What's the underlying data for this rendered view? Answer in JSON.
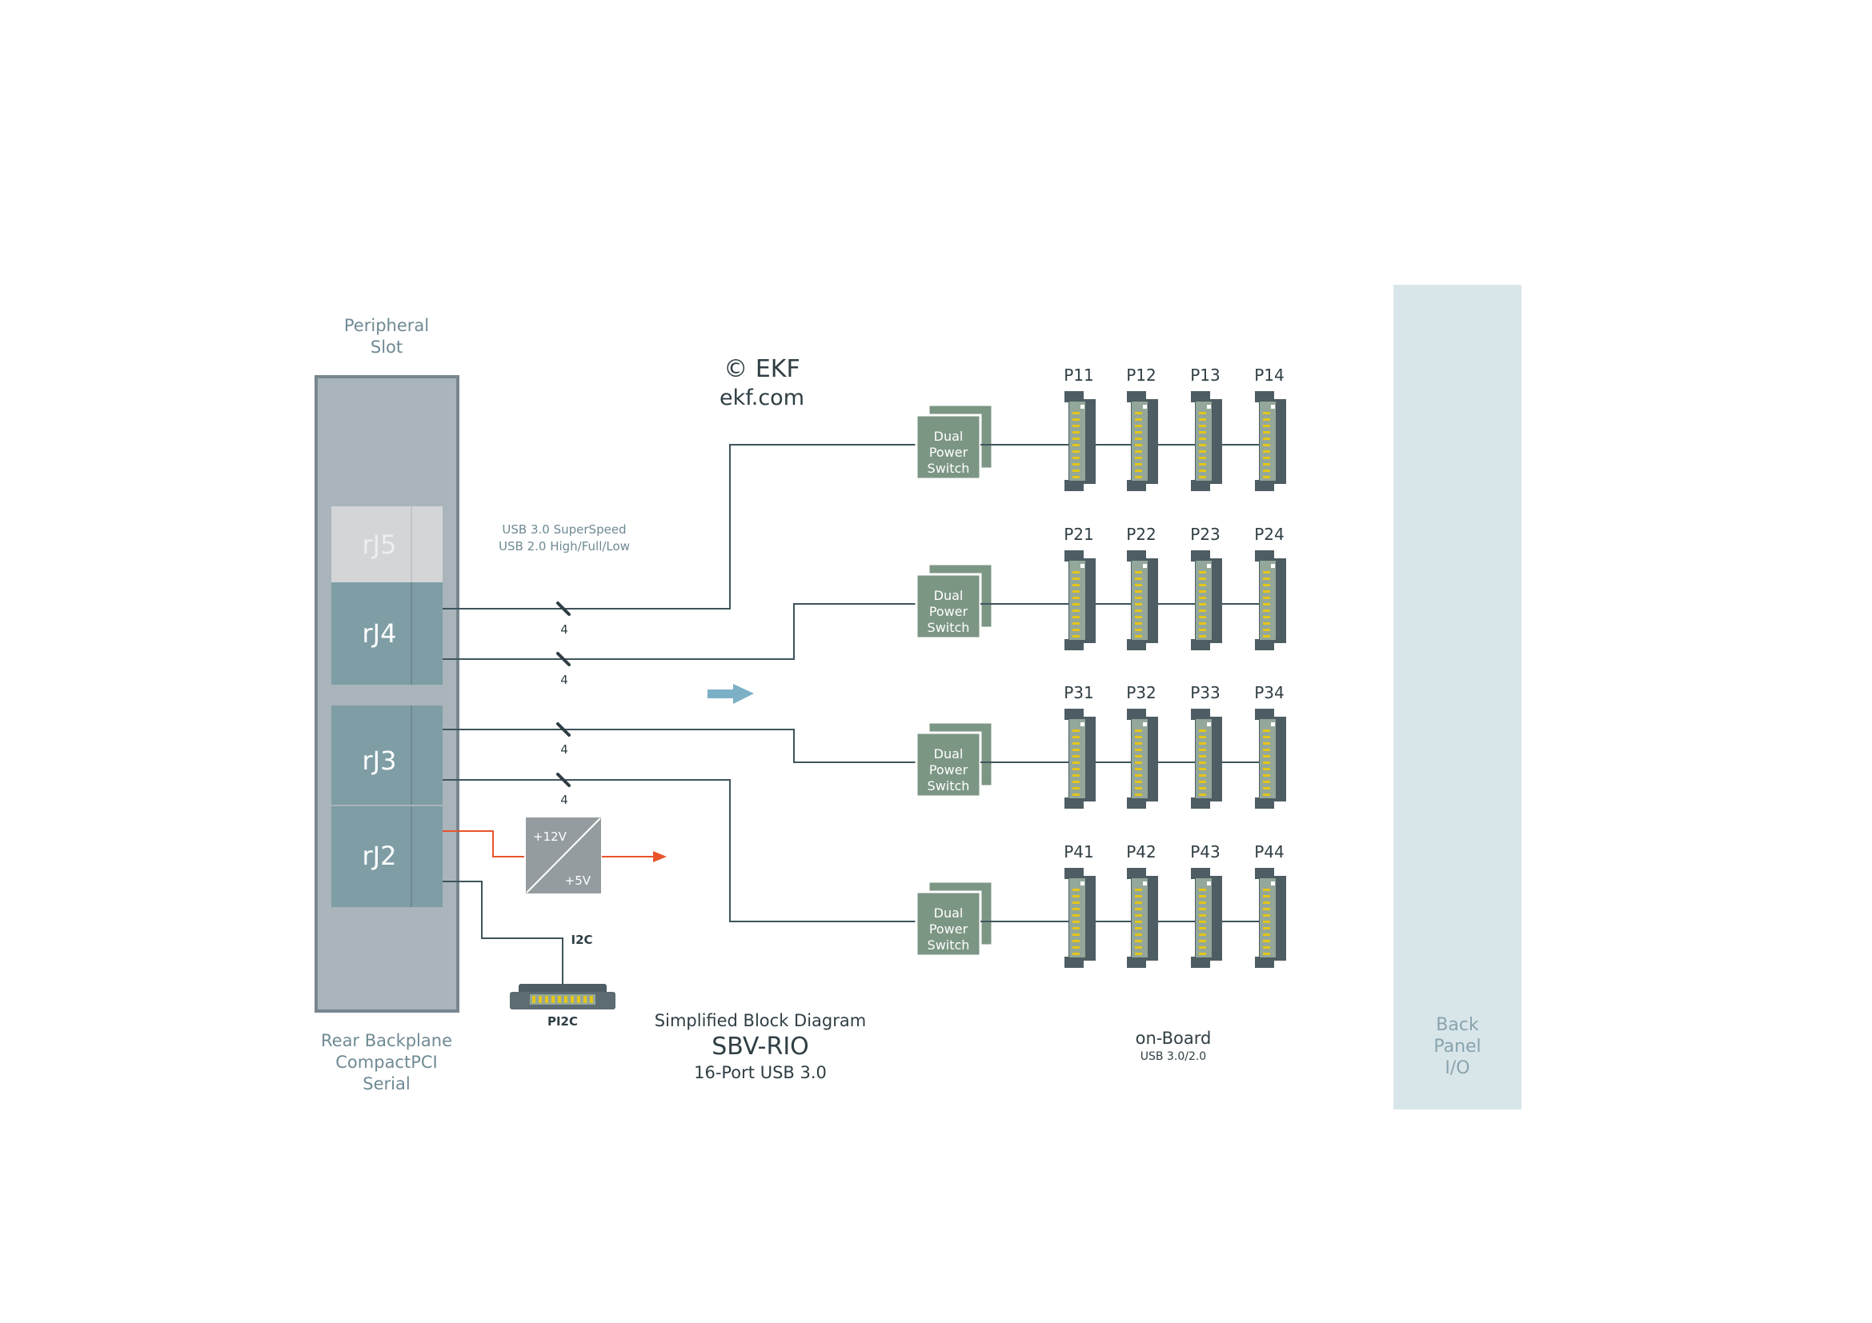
{
  "colors": {
    "slot_fill": "#a9b4bb",
    "slot_border": "#78868e",
    "connector_dark": "#7f9da5",
    "connector_light": "#d3d5d7",
    "rj5_text": "#e8eaeb",
    "switch_fill": "#7c9684",
    "switch_border": "#ffffff",
    "port_body": "#4d5d63",
    "port_inner": "#93a79a",
    "port_pin": "#e5c51a",
    "back_panel": "#d8e6ea",
    "line": "#3f545c",
    "power_line": "#e8552c",
    "arrow": "#7cb0c6",
    "dcdc_fill": "#949c9f",
    "label_gray": "#6f8a94",
    "label_dark": "#2f3e44"
  },
  "peripheral_slot": {
    "line1": "Peripheral",
    "line2": "Slot"
  },
  "rear_backplane": {
    "line1": "Rear Backplane",
    "line2": "CompactPCI",
    "line3": "Serial"
  },
  "connectors": {
    "rj5": "rJ5",
    "rj4": "rJ4",
    "rj3": "rJ3",
    "rj2": "rJ2"
  },
  "copyright": {
    "line1": "© EKF",
    "line2": "ekf.com"
  },
  "usb_label": {
    "line1": "USB 3.0 SuperSpeed",
    "line2": "USB 2.0 High/Full/Low"
  },
  "bus_width": [
    "4",
    "4",
    "4",
    "4"
  ],
  "dual_power_switch": {
    "line1": "Dual",
    "line2": "Power",
    "line3": "Switch"
  },
  "dcdc": {
    "input": "+12V",
    "output": "+5V"
  },
  "i2c_label": "I2C",
  "pi2c_label": "PI2C",
  "title": {
    "subtitle": "Simplified Block Diagram",
    "name": "SBV-RIO",
    "desc": "16-Port USB 3.0"
  },
  "onboard": {
    "line1": "on-Board",
    "line2": "USB 3.0/2.0"
  },
  "back_panel": {
    "line1": "Back",
    "line2": "Panel",
    "line3": "I/O"
  },
  "ports": [
    [
      "P11",
      "P12",
      "P13",
      "P14"
    ],
    [
      "P21",
      "P22",
      "P23",
      "P24"
    ],
    [
      "P31",
      "P32",
      "P33",
      "P34"
    ],
    [
      "P41",
      "P42",
      "P43",
      "P44"
    ]
  ]
}
